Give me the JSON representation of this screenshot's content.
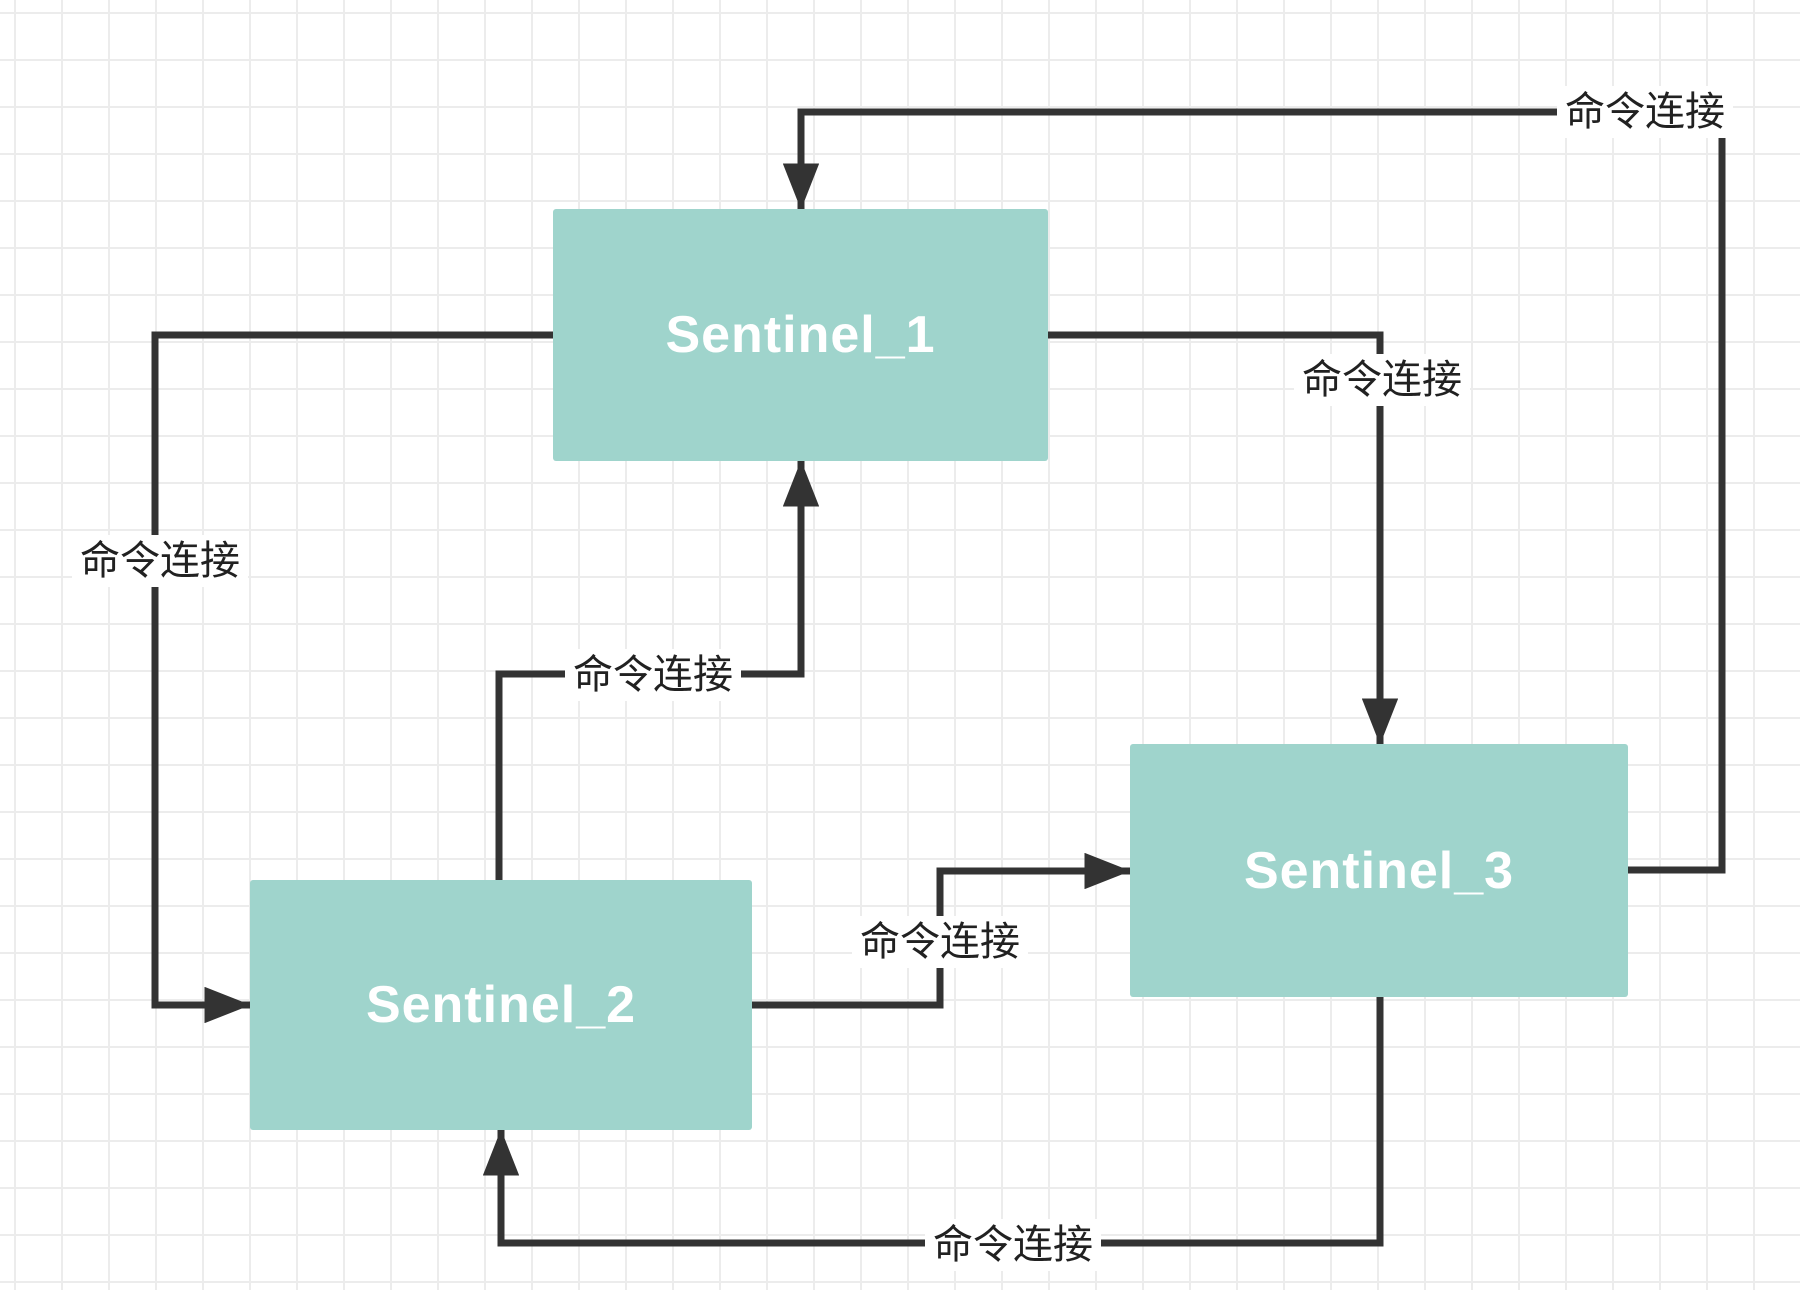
{
  "diagram": {
    "nodes": [
      {
        "id": "sentinel_1",
        "label": "Sentinel_1"
      },
      {
        "id": "sentinel_2",
        "label": "Sentinel_2"
      },
      {
        "id": "sentinel_3",
        "label": "Sentinel_3"
      }
    ],
    "edges": [
      {
        "from": "sentinel_3",
        "to": "sentinel_1",
        "label": "命令连接"
      },
      {
        "from": "sentinel_1",
        "to": "sentinel_2",
        "label": "命令连接"
      },
      {
        "from": "sentinel_2",
        "to": "sentinel_1",
        "label": "命令连接"
      },
      {
        "from": "sentinel_1",
        "to": "sentinel_3",
        "label": "命令连接"
      },
      {
        "from": "sentinel_2",
        "to": "sentinel_3",
        "label": "命令连接"
      },
      {
        "from": "sentinel_3",
        "to": "sentinel_2",
        "label": "命令连接"
      }
    ],
    "colors": {
      "node_fill": "#9fd4cc",
      "node_text": "#ffffff",
      "edge_line": "#333333",
      "edge_label_text": "#212121",
      "edge_label_bg": "#ffffff",
      "grid_line": "#ececec",
      "background": "#ffffff"
    }
  }
}
